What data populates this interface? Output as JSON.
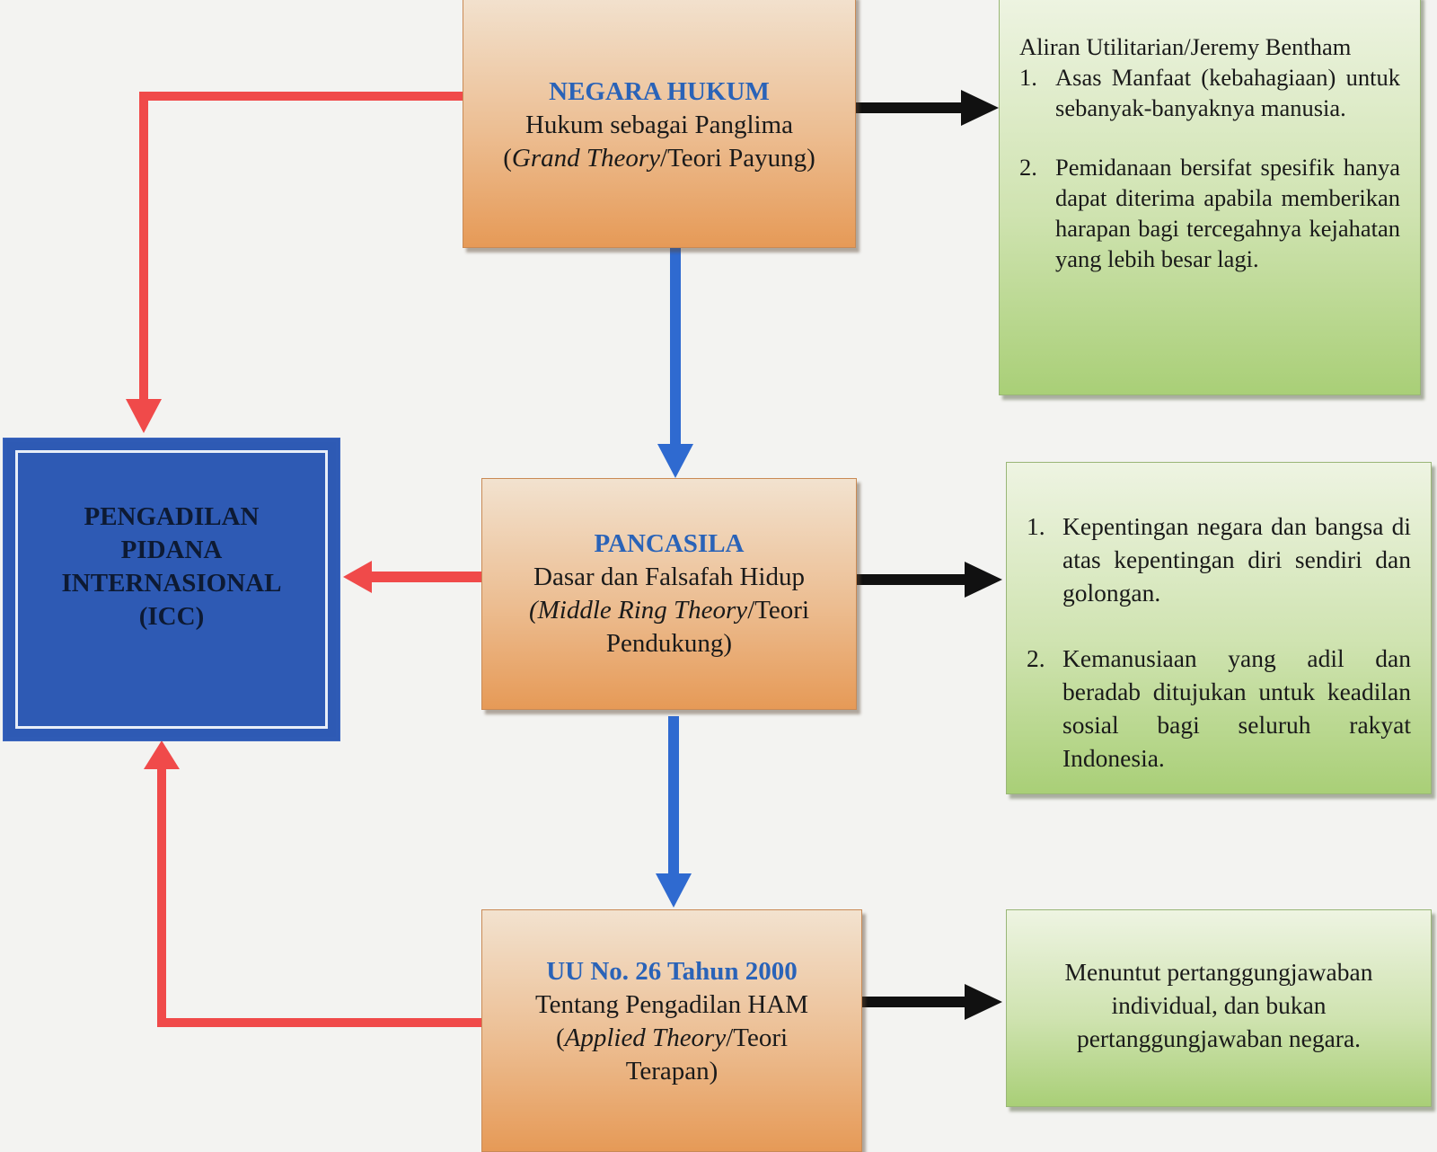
{
  "colors": {
    "red_arrow": "#f04a4a",
    "blue_arrow": "#2f6ad0",
    "black_arrow": "#111111",
    "title_blue": "#2a63b8",
    "icc_blue": "#2e5ab4"
  },
  "negara_hukum": {
    "title": "NEGARA HUKUM",
    "line1": "Hukum sebagai Panglima",
    "theory_open": "(",
    "theory_italic": "Grand Theory",
    "theory_rest": "/Teori Payung)"
  },
  "pancasila": {
    "title": "PANCASILA",
    "line1": "Dasar dan Falsafah Hidup",
    "theory_italic": "(Middle Ring Theory",
    "theory_rest": "/Teori",
    "line3": "Pendukung)"
  },
  "uu26": {
    "title": "UU No. 26 Tahun 2000",
    "line1": "Tentang Pengadilan HAM",
    "theory_open": "(",
    "theory_italic": "Applied Theory",
    "theory_rest": "/Teori",
    "line3": "Terapan)"
  },
  "icc": {
    "line1": "PENGADILAN",
    "line2": "PIDANA",
    "line3": "INTERNASIONAL",
    "line4": "(ICC)"
  },
  "utilitarian": {
    "heading": "Aliran Utilitarian/Jeremy Bentham",
    "items": [
      {
        "num": "1.",
        "text": "Asas Manfaat (kebahagiaan) untuk sebanyak-banyaknya manusia."
      },
      {
        "num": "2.",
        "text": "Pemidanaan bersifat spesifik hanya dapat diterima apabila memberikan harapan bagi tercegahnya kejahatan yang lebih besar lagi."
      }
    ]
  },
  "pancasila_points": {
    "items": [
      {
        "num": "1.",
        "text": "Kepentingan negara dan bangsa di atas kepentingan diri sendiri dan golongan."
      },
      {
        "num": "2.",
        "text": "Kemanusiaan yang adil dan beradab ditujukan untuk keadilan sosial bagi seluruh rakyat Indonesia."
      }
    ]
  },
  "individual_responsibility": {
    "text": "Menuntut pertanggungjawaban individual, dan bukan pertanggungjawaban negara."
  }
}
